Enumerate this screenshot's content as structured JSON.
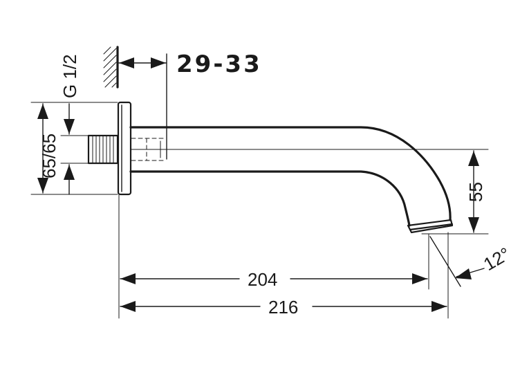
{
  "drawing": {
    "dimensions": {
      "wall_distance": "29-33",
      "thread": "G 1/2",
      "rosette": "65/65",
      "height": "55",
      "length_outlet": "204",
      "length_total": "216",
      "angle": "12°"
    }
  }
}
